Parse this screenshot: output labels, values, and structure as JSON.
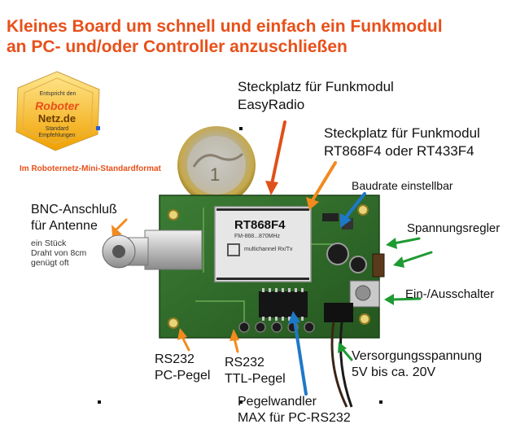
{
  "title": {
    "line1": "Kleines Board um schnell und einfach ein Funkmodul",
    "line2": "an PC- und/oder Controller anzuschließen"
  },
  "logo": {
    "top_text": "Entspricht den",
    "brand1": "Roboter",
    "brand2": "Netz.de",
    "bottom_text1": "Standard",
    "bottom_text2": "Empfehlungen",
    "caption": "Im Roboternetz-Mini-Standardformat"
  },
  "module": {
    "name": "RT868F4",
    "freq": "FM-868...870MHz",
    "desc": "multichannel Rx/Tx"
  },
  "labels": {
    "easyradio_1": "Steckplatz für Funkmodul",
    "easyradio_2": "EasyRadio",
    "rt_1": "Steckplatz für Funkmodul",
    "rt_2": "RT868F4 oder RT433F4",
    "baud": "Baudrate einstellbar",
    "bnc_1": "BNC-Anschluß",
    "bnc_2": "für Antenne",
    "wire_1": "ein Stück",
    "wire_2": "Draht von 8cm",
    "wire_3": "genügt oft",
    "regler": "Spannungsregler",
    "schalter": "Ein-/Ausschalter",
    "rs232pc_1": "RS232",
    "rs232pc_2": "PC-Pegel",
    "rs232ttl_1": "RS232",
    "rs232ttl_2": "TTL-Pegel",
    "supply_1": "Versorgungsspannung",
    "supply_2": "5V bis ca. 20V",
    "pegel_1": "Pegelwandler",
    "pegel_2": "MAX für PC-RS232"
  },
  "colors": {
    "title": "#e8501a",
    "arrow_orange": "#f28a1e",
    "arrow_red": "#e0501a",
    "arrow_blue": "#1e78c8",
    "arrow_green": "#1e9a32",
    "pcb": "#2e6b2a"
  }
}
